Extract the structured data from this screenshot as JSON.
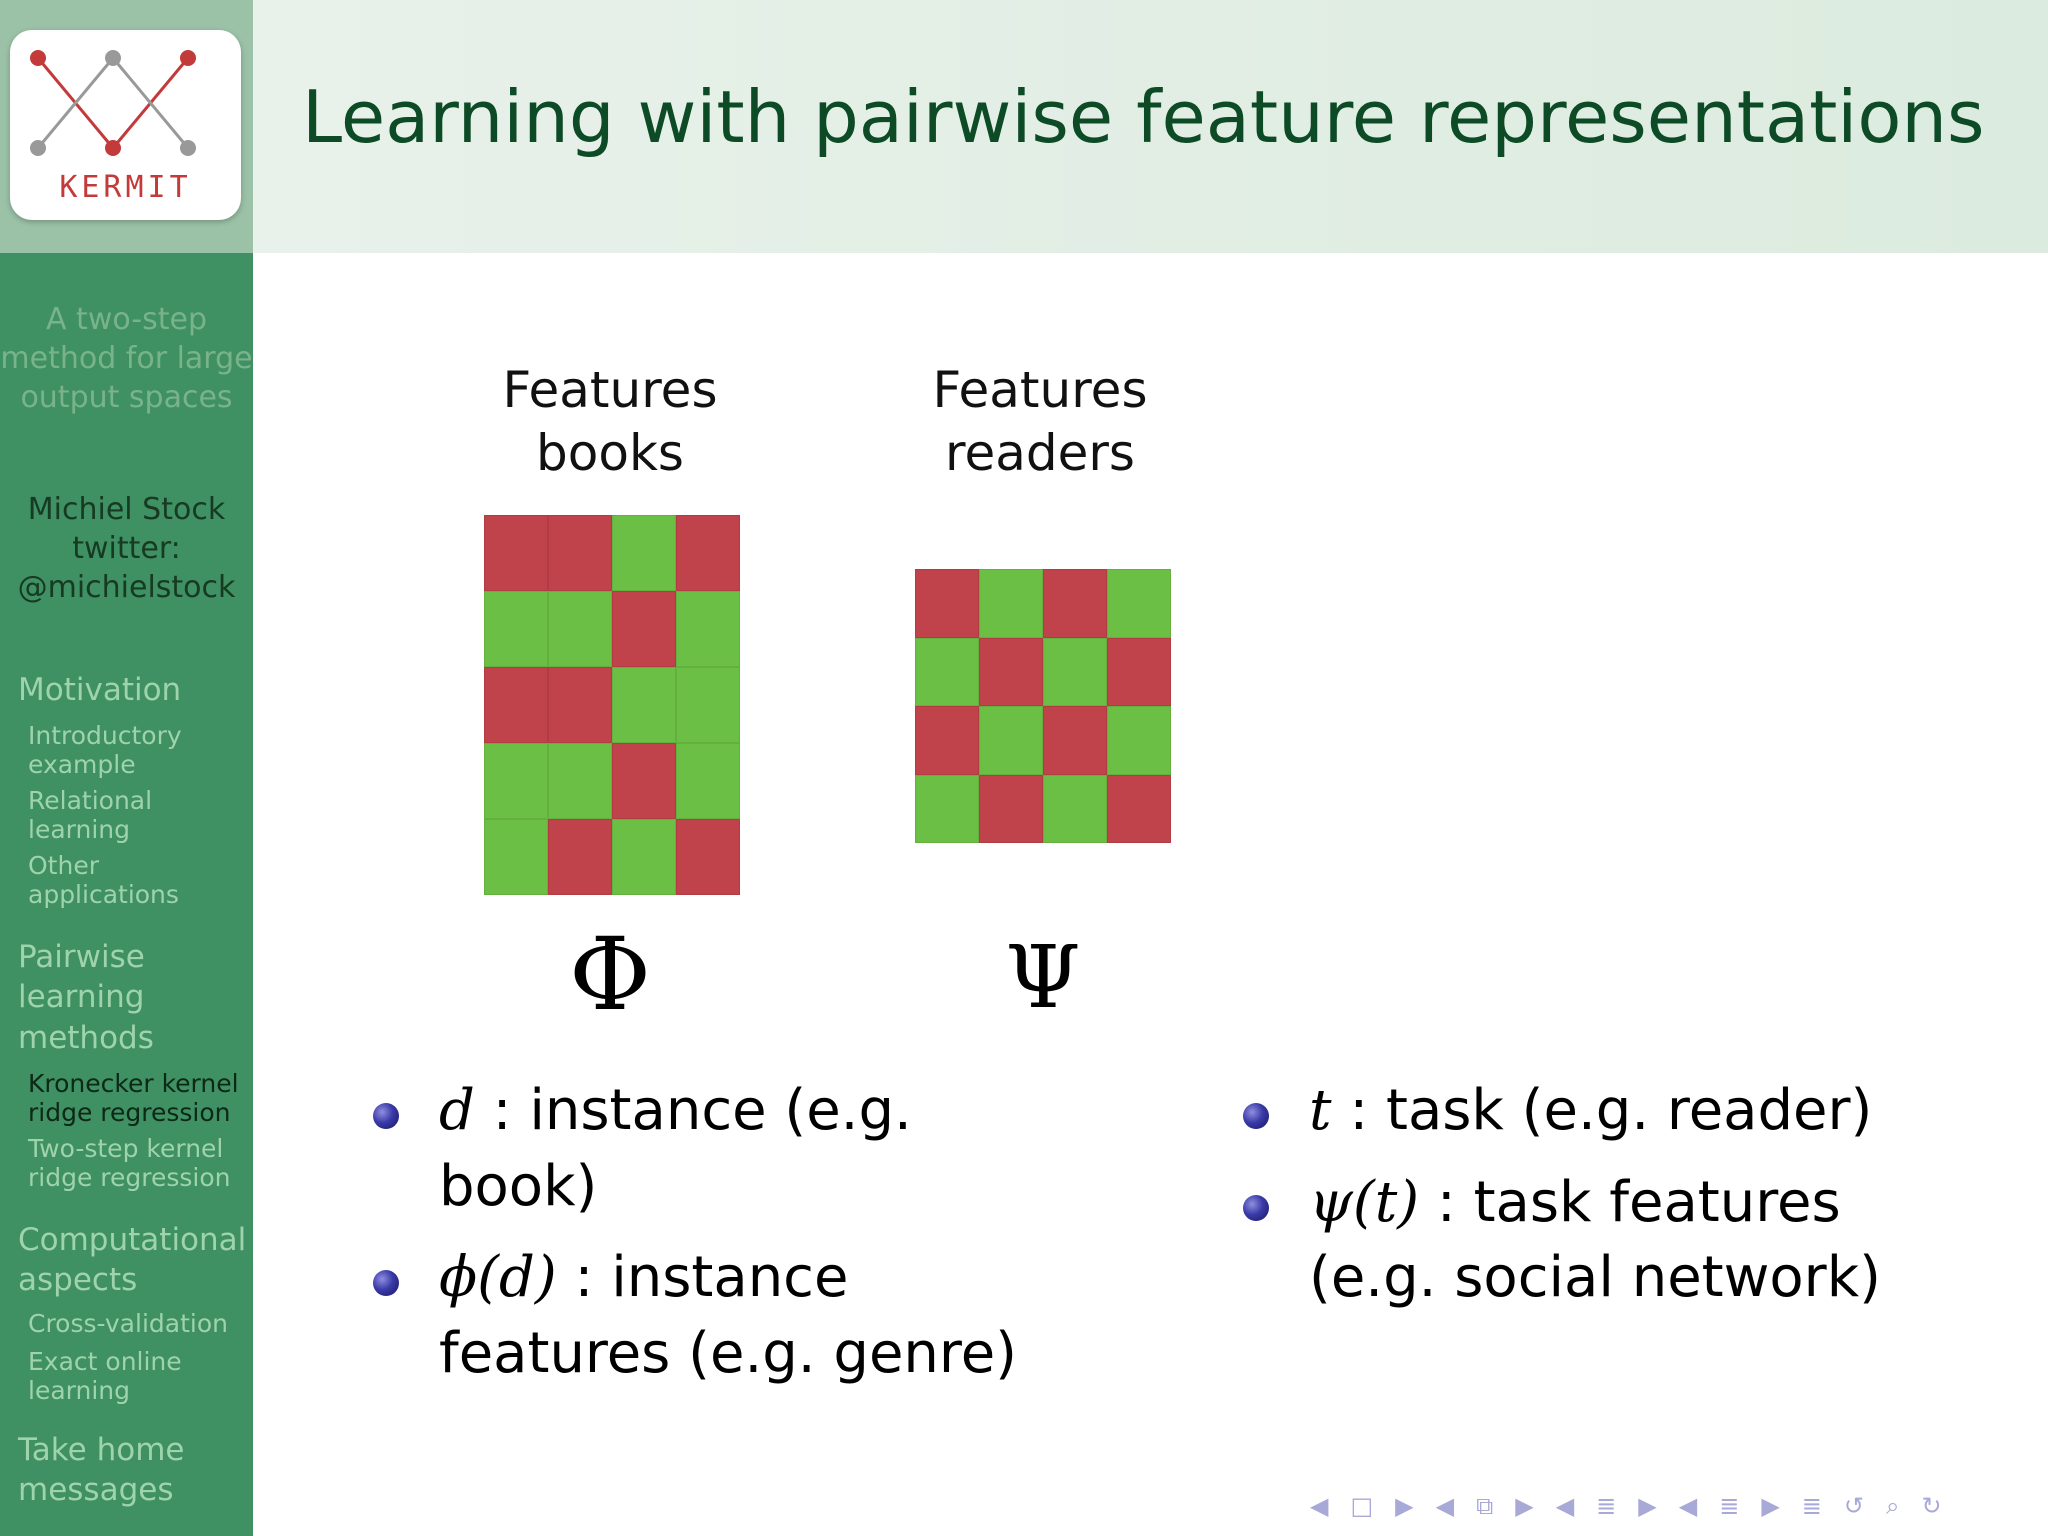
{
  "logo": {
    "text": "KERMIT",
    "colors": {
      "red": "#c33a3a",
      "gray": "#999999"
    }
  },
  "sidebar": {
    "talk_title": "A two-step method for large output spaces",
    "author_lines": [
      "Michiel Stock",
      "twitter:",
      "@michielstock"
    ],
    "sections": [
      {
        "label": "Motivation",
        "subs": [
          {
            "label": "Introductory example",
            "active": false
          },
          {
            "label": "Relational learning",
            "active": false
          },
          {
            "label": "Other applications",
            "active": false
          }
        ]
      },
      {
        "label": "Pairwise learning methods",
        "subs": [
          {
            "label": "Kronecker kernel ridge regression",
            "active": true
          },
          {
            "label": "Two-step kernel ridge regression",
            "active": false
          }
        ]
      },
      {
        "label": "Computational aspects",
        "subs": [
          {
            "label": "Cross-validation",
            "active": false
          },
          {
            "label": "Exact online learning",
            "active": false
          }
        ]
      },
      {
        "label": "Take home messages",
        "subs": []
      }
    ]
  },
  "slide": {
    "title": "Learning with pairwise feature representations"
  },
  "features": {
    "books": {
      "label_lines": [
        "Features",
        "books"
      ],
      "symbol": "Φ",
      "grid": [
        [
          "r",
          "r",
          "g",
          "r"
        ],
        [
          "g",
          "g",
          "r",
          "g"
        ],
        [
          "r",
          "r",
          "g",
          "g"
        ],
        [
          "g",
          "g",
          "r",
          "g"
        ],
        [
          "g",
          "r",
          "g",
          "r"
        ]
      ]
    },
    "readers": {
      "label_lines": [
        "Features",
        "readers"
      ],
      "symbol": "Ψ",
      "grid": [
        [
          "r",
          "g",
          "r",
          "g"
        ],
        [
          "g",
          "r",
          "g",
          "r"
        ],
        [
          "r",
          "g",
          "r",
          "g"
        ],
        [
          "g",
          "r",
          "g",
          "r"
        ]
      ]
    },
    "colors": {
      "r": "#c0424a",
      "g": "#6cbf45"
    }
  },
  "bullets_left": [
    {
      "math": "d",
      "sep": " : ",
      "text": "instance (e.g. book)"
    },
    {
      "math": "ϕ(d)",
      "sep": " : ",
      "text": "instance features (e.g. genre)"
    }
  ],
  "bullets_right": [
    {
      "math": "t",
      "sep": " : ",
      "text": "task (e.g. reader)"
    },
    {
      "math": "ψ(t)",
      "sep": " : ",
      "text": "task features (e.g. social network)"
    }
  ],
  "nav": {
    "icons": [
      "◀",
      "□",
      "▶",
      "◀",
      "⧉",
      "▶",
      "◀",
      "≣",
      "▶",
      "◀",
      "≣",
      "▶",
      "≣",
      "↺",
      "⌕",
      "↻"
    ]
  }
}
